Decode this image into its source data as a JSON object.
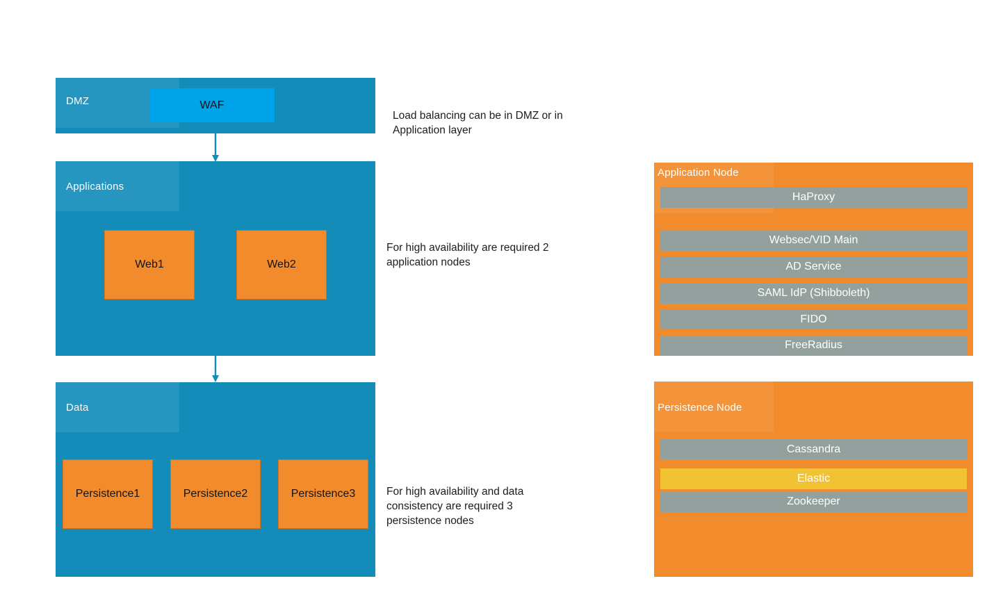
{
  "colors": {
    "layer_blue": "#148CBA",
    "waf_blue": "#00A3E8",
    "orange": "#F28B2B",
    "gray_bar": "#93A09E",
    "yellow_bar": "#F1C232"
  },
  "layers": {
    "dmz": {
      "title": "DMZ",
      "box": "WAF"
    },
    "applications": {
      "title": "Applications",
      "boxes": [
        "Web1",
        "Web2"
      ]
    },
    "data": {
      "title": "Data",
      "boxes": [
        "Persistence1",
        "Persistence2",
        "Persistence3"
      ]
    }
  },
  "annotations": {
    "dmz": [
      "Load balancing can be in DMZ or in",
      "Application layer"
    ],
    "applications": [
      "For high availability are required 2",
      "application nodes"
    ],
    "data": [
      "For high availability and data",
      "consistency are required 3",
      "persistence nodes"
    ]
  },
  "panels": {
    "application_node": {
      "title": "Application Node",
      "bars": [
        "HaProxy",
        "Websec/VID Main",
        "AD Service",
        "SAML IdP (Shibboleth)",
        "FIDO",
        "FreeRadius"
      ]
    },
    "persistence_node": {
      "title": "Persistence Node",
      "bars": [
        "Cassandra",
        "Elastic",
        "Zookeeper"
      ]
    }
  }
}
